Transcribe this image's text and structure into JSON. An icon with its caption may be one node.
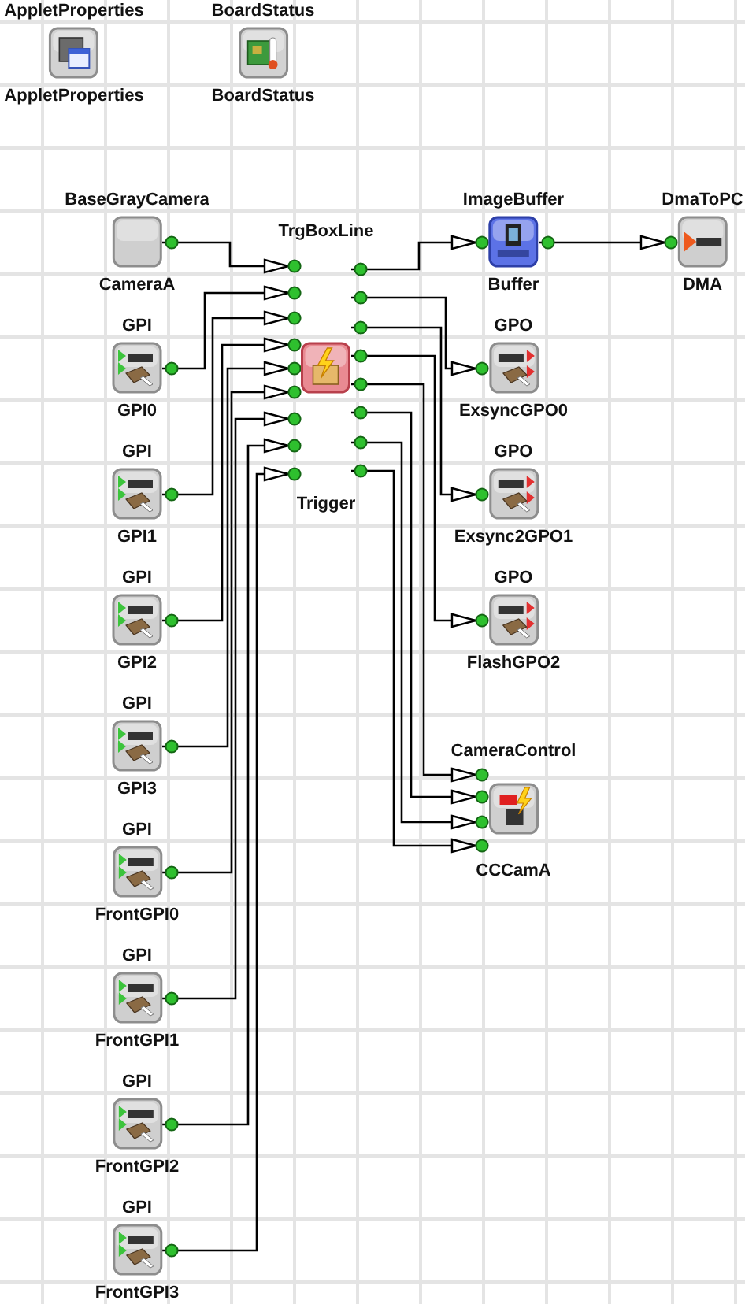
{
  "diagram": {
    "nodes": [
      {
        "text": [
          "AppletProperties",
          "AppletProperties"
        ]
      },
      {
        "text": [
          "BoardStatus",
          "BoardStatus"
        ]
      },
      {
        "text": [
          "BaseGrayCamera",
          "CameraA"
        ]
      },
      {
        "text": [
          "TrgBoxLine",
          "Trigger"
        ]
      },
      {
        "text": [
          "ImageBuffer",
          "Buffer"
        ]
      },
      {
        "text": [
          "DmaToPC",
          "DMA"
        ]
      },
      {
        "text": [
          "GPI",
          "GPI0"
        ]
      },
      {
        "text": [
          "GPO",
          "ExsyncGPO0"
        ]
      },
      {
        "text": [
          "GPI",
          "GPI1"
        ]
      },
      {
        "text": [
          "GPO",
          "Exsync2GPO1"
        ]
      },
      {
        "text": [
          "GPI",
          "GPI2"
        ]
      },
      {
        "text": [
          "GPO",
          "FlashGPO2"
        ]
      },
      {
        "text": [
          "GPI",
          "GPI3"
        ]
      },
      {
        "text": [
          "CameraControl",
          "CCCamA"
        ]
      },
      {
        "text": [
          "GPI",
          "FrontGPI0"
        ]
      },
      {
        "text": [
          "GPI",
          "FrontGPI1"
        ]
      },
      {
        "text": [
          "GPI",
          "FrontGPI2"
        ]
      },
      {
        "text": [
          "GPI",
          "FrontGPI3"
        ]
      }
    ],
    "edges": [
      {
        "from": 2,
        "to": 3,
        "arrow": "to"
      },
      {
        "from": 6,
        "to": 3,
        "arrow": "to"
      },
      {
        "from": 8,
        "to": 3,
        "arrow": "to"
      },
      {
        "from": 10,
        "to": 3,
        "arrow": "to"
      },
      {
        "from": 12,
        "to": 3,
        "arrow": "to"
      },
      {
        "from": 14,
        "to": 3,
        "arrow": "to"
      },
      {
        "from": 15,
        "to": 3,
        "arrow": "to"
      },
      {
        "from": 16,
        "to": 3,
        "arrow": "to"
      },
      {
        "from": 17,
        "to": 3,
        "arrow": "to"
      },
      {
        "from": 3,
        "to": 4,
        "arrow": "to"
      },
      {
        "from": 3,
        "to": 7,
        "arrow": "to"
      },
      {
        "from": 3,
        "to": 9,
        "arrow": "to"
      },
      {
        "from": 3,
        "to": 11,
        "arrow": "to"
      },
      {
        "from": 3,
        "to": 13,
        "arrow": "to"
      },
      {
        "from": 3,
        "to": 13,
        "arrow": "to"
      },
      {
        "from": 3,
        "to": 13,
        "arrow": "to"
      },
      {
        "from": 3,
        "to": 13,
        "arrow": "to"
      },
      {
        "from": 4,
        "to": 5,
        "arrow": "to"
      }
    ]
  }
}
